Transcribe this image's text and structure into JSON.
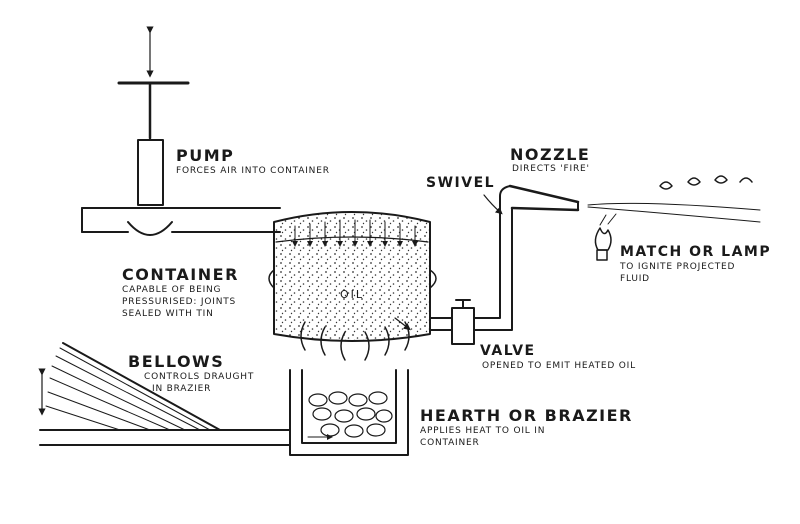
{
  "labels": {
    "pump": {
      "title": "PUMP",
      "desc": "FORCES AIR INTO CONTAINER"
    },
    "nozzle": {
      "title": "NOZZLE",
      "desc": "DIRECTS 'FIRE'"
    },
    "swivel": {
      "title": "SWIVEL"
    },
    "container": {
      "title": "CONTAINER",
      "desc1": "CAPABLE OF BEING",
      "desc2": "PRESSURISED: JOINTS",
      "desc3": "SEALED WITH TIN"
    },
    "oil": "OIL",
    "match": {
      "title": "MATCH OR LAMP",
      "desc1": "TO IGNITE PROJECTED",
      "desc2": "FLUID"
    },
    "bellows": {
      "title": "BELLOWS",
      "desc1": "CONTROLS DRAUGHT",
      "desc2": "IN BRAZIER"
    },
    "valve": {
      "title": "VALVE",
      "desc": "OPENED TO EMIT HEATED OIL"
    },
    "hearth": {
      "title": "HEARTH OR BRAZIER",
      "desc1": "APPLIES HEAT TO OIL IN",
      "desc2": "CONTAINER"
    }
  }
}
